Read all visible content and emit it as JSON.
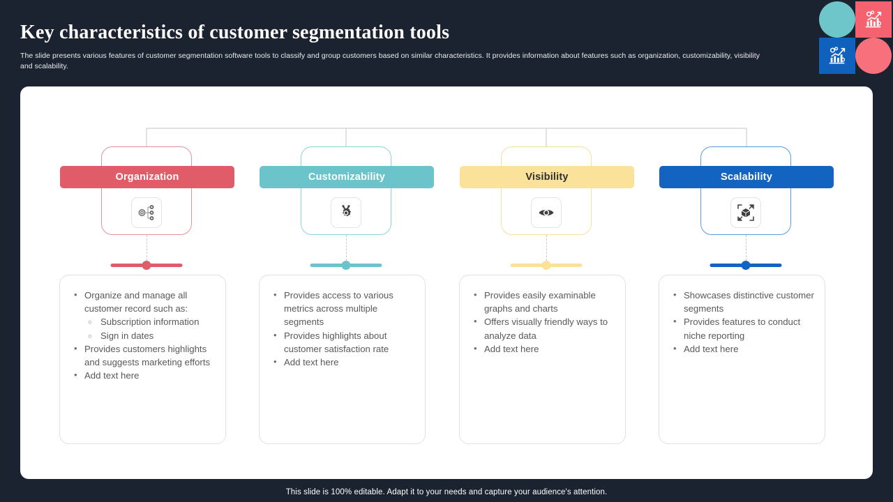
{
  "slide": {
    "title": "Key characteristics of customer segmentation tools",
    "subtitle": "The slide presents various features of customer segmentation software tools to classify and group customers based on similar characteristics. It provides information about features such as organization, customizability, visibility and scalability.",
    "footer": "This slide is 100% editable. Adapt it to your needs and capture your audience's attention.",
    "background": "#1b2230",
    "panel_background": "#ffffff"
  },
  "decoration": {
    "cells": [
      {
        "name": "teal-circle",
        "shape": "circle",
        "color": "#6ec6ca",
        "icon": "none"
      },
      {
        "name": "red-square-chart",
        "shape": "square",
        "color": "#f4626f",
        "icon": "growth-chart-icon"
      },
      {
        "name": "blue-square-chart",
        "shape": "square",
        "color": "#0f61bc",
        "icon": "growth-chart-icon"
      },
      {
        "name": "pink-circle",
        "shape": "circle",
        "color": "#f9707d",
        "icon": "none"
      }
    ]
  },
  "columns": [
    {
      "label": "Organization",
      "accent": "#e05c68",
      "label_text_color": "#ffffff",
      "outline": "#e6919a",
      "icon": "org-chart-icon",
      "bullets": [
        {
          "level": 1,
          "text": "Organize and manage all customer record such as:"
        },
        {
          "level": 2,
          "text": "Subscription information"
        },
        {
          "level": 2,
          "text": "Sign in dates"
        },
        {
          "level": 1,
          "text": "Provides customers highlights and suggests marketing efforts"
        },
        {
          "level": 1,
          "text": "Add text here"
        }
      ]
    },
    {
      "label": "Customizability",
      "accent": "#6cc4cb",
      "label_text_color": "#ffffff",
      "outline": "#8ed2d8",
      "icon": "settings-gear-tools-icon",
      "bullets": [
        {
          "level": 1,
          "text": "Provides access to various metrics across multiple segments"
        },
        {
          "level": 1,
          "text": "Provides highlights about customer satisfaction rate"
        },
        {
          "level": 1,
          "text": "Add text here"
        }
      ]
    },
    {
      "label": "Visibility",
      "accent": "#fae29b",
      "label_text_color": "#2f2f2f",
      "outline": "#f6dfa0",
      "icon": "eye-icon",
      "bullets": [
        {
          "level": 1,
          "text": "Provides easily examinable graphs and charts"
        },
        {
          "level": 1,
          "text": "Offers visually friendly ways to analyze data"
        },
        {
          "level": 1,
          "text": "Add text here"
        }
      ]
    },
    {
      "label": "Scalability",
      "accent": "#1264c0",
      "label_text_color": "#ffffff",
      "outline": "#5a9ada",
      "icon": "scale-cube-icon",
      "bullets": [
        {
          "level": 1,
          "text": "Showcases distinctive customer segments"
        },
        {
          "level": 1,
          "text": "Provides features to conduct niche reporting"
        },
        {
          "level": 1,
          "text": "Add text here"
        }
      ]
    }
  ]
}
